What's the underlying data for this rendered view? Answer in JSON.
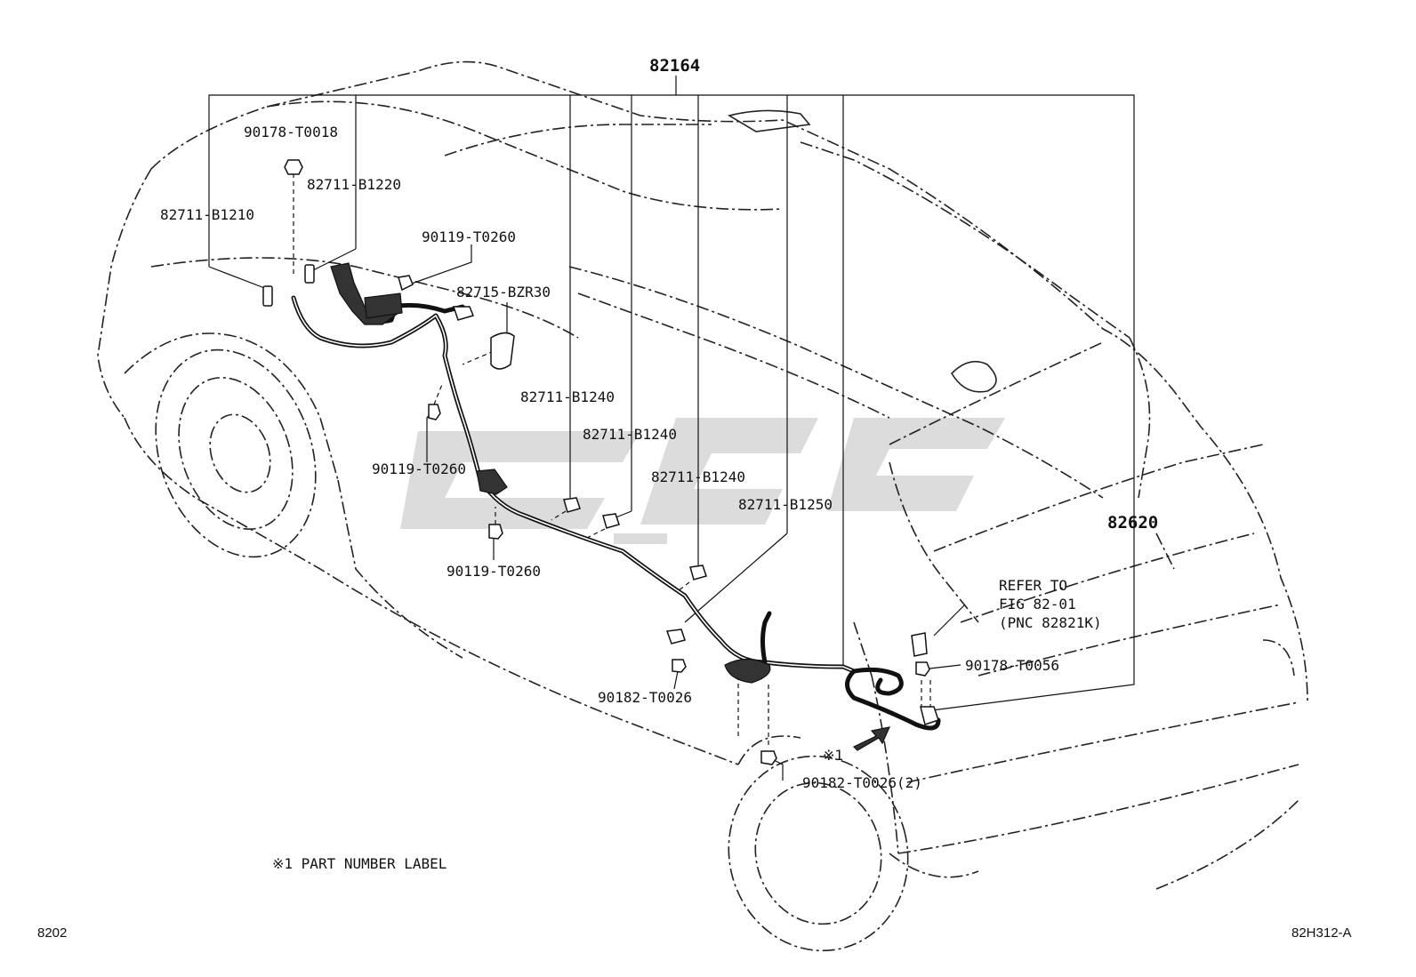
{
  "labels": {
    "main_assembly": "82164",
    "part_90178_T0018": "90178-T0018",
    "part_82711_B1220": "82711-B1220",
    "part_82711_B1210": "82711-B1210",
    "part_90119_T0260_a": "90119-T0260",
    "part_82715_BZR30": "82715-BZR30",
    "part_90119_T0260_b": "90119-T0260",
    "part_82711_B1240_a": "82711-B1240",
    "part_82711_B1240_b": "82711-B1240",
    "part_82711_B1240_c": "82711-B1240",
    "part_82711_B1250": "82711-B1250",
    "part_90119_T0260_c": "90119-T0260",
    "part_90182_T0026": "90182-T0026",
    "part_82620": "82620",
    "refer_line1": "REFER TO",
    "refer_line2": "FIG 82-01",
    "refer_line3": "(PNC 82821K)",
    "part_90178_T0056": "90178-T0056",
    "label_mark": "※1",
    "part_90182_T0026_2": "90182-T0026(2)",
    "note": "※1 PART NUMBER LABEL",
    "page_left": "8202",
    "page_right": "82H312-A"
  }
}
